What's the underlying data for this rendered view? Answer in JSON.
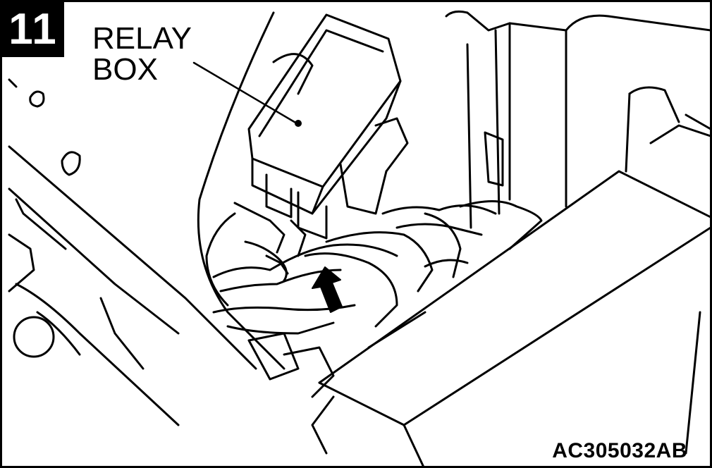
{
  "step": {
    "number": "11"
  },
  "callout": {
    "line1": "RELAY",
    "line2": "BOX"
  },
  "figure": {
    "code": "AC305032AB"
  },
  "colors": {
    "ink": "#000000",
    "paper": "#ffffff"
  },
  "icons": {
    "direction": "arrow-up-icon"
  }
}
